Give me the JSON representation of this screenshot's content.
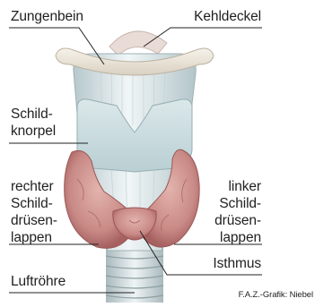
{
  "labels": {
    "zungenbein": "Zungenbein",
    "kehldeckel": "Kehldeckel",
    "schildknorpel": [
      "Schild-",
      "knorpel"
    ],
    "rechter_lappen": [
      "rechter",
      "Schild-",
      "drüsen-",
      "lappen"
    ],
    "linker_lappen": [
      "linker",
      "Schild-",
      "drüsen-",
      "lappen"
    ],
    "isthmus": "Isthmus",
    "luftroehre": "Luftröhre"
  },
  "credit": "F.A.Z.-Grafik: Niebel",
  "colors": {
    "line": "#222222",
    "cartilage": "#c9dde0",
    "cartilage_light": "#e6f0f2",
    "thyroid": "#c98a8a",
    "thyroid_dark": "#9e5454",
    "background": "#ffffff"
  }
}
